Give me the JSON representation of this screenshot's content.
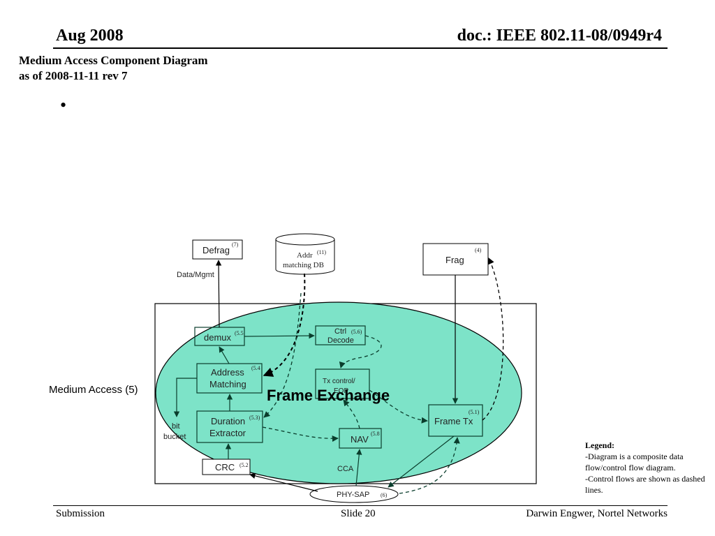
{
  "header": {
    "left": "Aug 2008",
    "right": "doc.: IEEE 802.11-08/0949r4"
  },
  "title": {
    "line1": "Medium Access Component Diagram",
    "line2": "as of 2008-11-11 rev 7"
  },
  "bullet": "•",
  "diagram": {
    "frame_exchange": "Frame Exchange",
    "medium_access": "Medium Access (5)",
    "defrag": {
      "label": "Defrag",
      "num": "(7)"
    },
    "addr_db": {
      "line1": "Addr",
      "line2": "matching DB",
      "num": "(11)"
    },
    "frag": {
      "label": "Frag",
      "num": "(4)"
    },
    "data_mgmt": "Data/Mgmt",
    "demux": {
      "label": "demux",
      "num": "(5.5"
    },
    "ctrl_decode": {
      "line1": "Ctrl",
      "line2": "Decode",
      "num": "(5.6)"
    },
    "addr_matching": {
      "line1": "Address",
      "line2": "Matching",
      "num": "(5.4"
    },
    "tx_control": {
      "line1": "Tx control/",
      "line2": "EOP"
    },
    "duration": {
      "line1": "Duration",
      "line2": "Extractor",
      "num": "(5.3)"
    },
    "frame_tx": {
      "label": "Frame Tx",
      "num": "(5.1)"
    },
    "nav": {
      "label": "NAV",
      "num": "(5.8"
    },
    "bit_bucket": {
      "line1": "bit",
      "line2": "bucket"
    },
    "crc": {
      "label": "CRC",
      "num": "(5.2"
    },
    "cca": "CCA",
    "phy_sap": {
      "label": "PHY-SAP",
      "num": "(6)"
    },
    "colors": {
      "ellipse_fill": "#7de3c8",
      "box_stroke": "#0a7a56",
      "line": "#0a6b4d"
    }
  },
  "legend": {
    "heading": "Legend:",
    "line1": "-Diagram is a composite data flow/control flow diagram.",
    "line2": "-Control flows are shown as dashed lines."
  },
  "footer": {
    "left": "Submission",
    "middle": "Slide 20",
    "right": "Darwin Engwer, Nortel Networks"
  }
}
